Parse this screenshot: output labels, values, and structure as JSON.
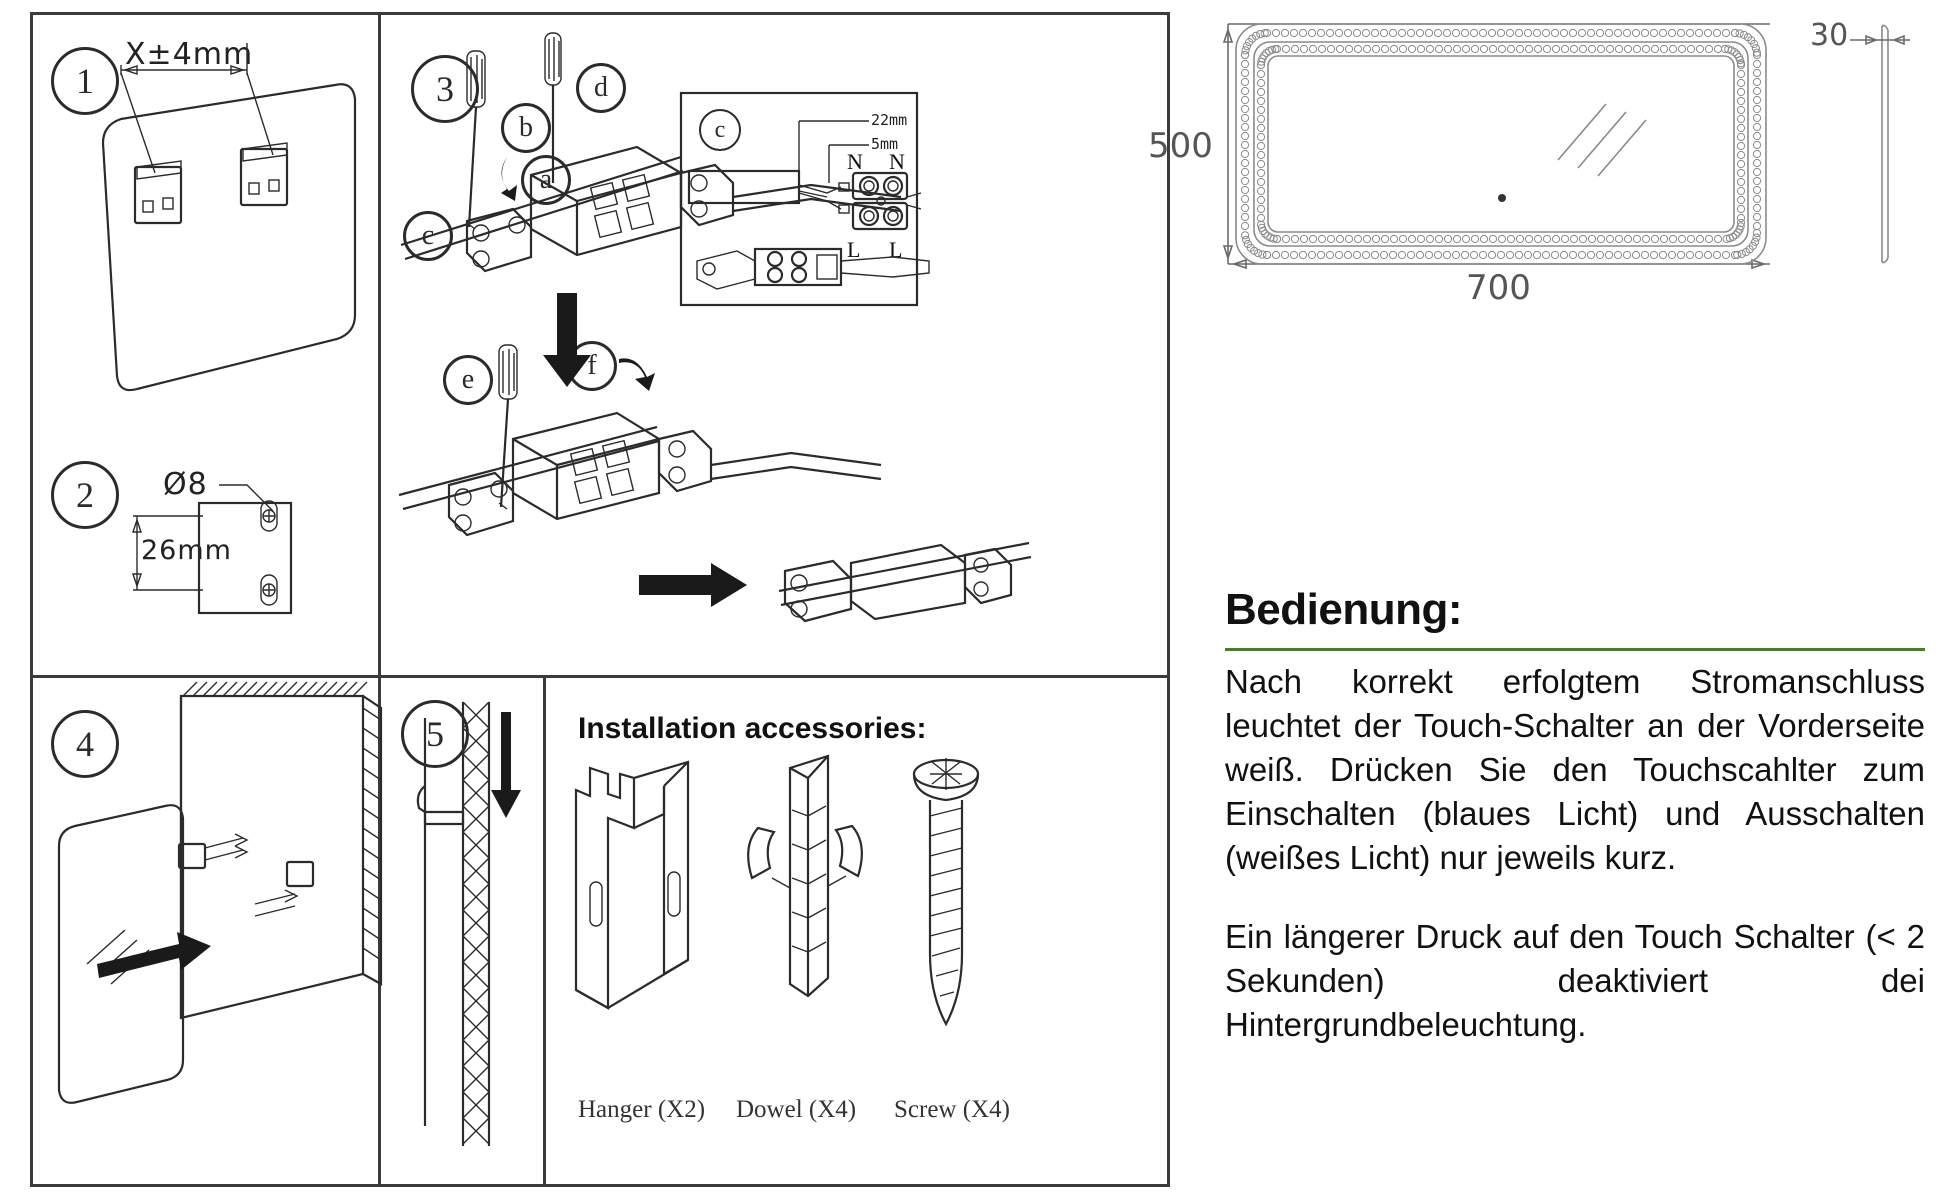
{
  "document": {
    "type": "led-mirror-installation-manual",
    "language": "de"
  },
  "steps": [
    {
      "number": "1",
      "dimension_label": "X±4mm",
      "description": "Mirror back plate with two hanger brackets"
    },
    {
      "number": "2",
      "hole_diameter": "Ø8",
      "spacing": "26mm",
      "description": "Drill hole template"
    },
    {
      "number": "3",
      "markers": [
        "a",
        "b",
        "c",
        "d",
        "e",
        "f"
      ],
      "description": "Junction box wiring"
    },
    {
      "number": "4",
      "description": "Hang mirror onto wall brackets"
    },
    {
      "number": "5",
      "description": "Slide mirror down onto hangers"
    }
  ],
  "wiring_inset": {
    "marker": "c",
    "strip_length_outer": "22mm",
    "strip_length_inner": "5mm",
    "terminals": [
      "N",
      "N",
      "L",
      "L"
    ]
  },
  "accessories": {
    "title": "Installation accessories:",
    "items": [
      {
        "name": "Hanger",
        "qty": "(X2)",
        "label": "Hanger (X2)"
      },
      {
        "name": "Dowel",
        "qty": "(X4)",
        "label": "Dowel (X4)"
      },
      {
        "name": "Screw",
        "qty": "(X4)",
        "label": "Screw (X4)"
      }
    ]
  },
  "product_drawing": {
    "height": "500",
    "width": "700",
    "depth": "30"
  },
  "operation": {
    "heading": "Bedienung:",
    "accent_color": "#4a7c2f",
    "paragraph1": "Nach korrekt erfolgtem Stromanschluss leuchtet der Touch-Schalter an der Vorderseite weiß. Drücken Sie den Touchscahlter zum Einschalten (blaues Licht) und Ausschalten (weißes Licht) nur jeweils kurz.",
    "paragraph2": "Ein längerer Druck auf den Touch Schalter (< 2 Sekunden) deaktiviert dei Hintergrundbeleuchtung."
  }
}
